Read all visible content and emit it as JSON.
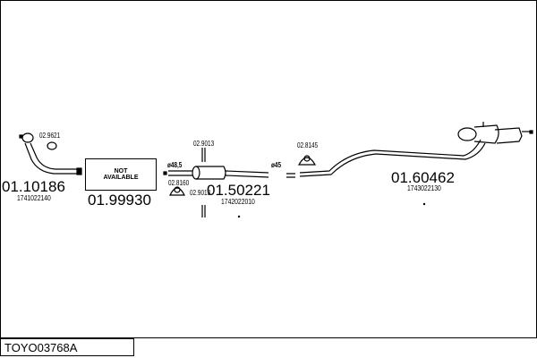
{
  "title": "TOYO03768A",
  "parts": [
    {
      "number": "01.10186",
      "oe": "1741022140"
    },
    {
      "number": "01.99930",
      "na_line1": "NOT",
      "na_line2": "AVAILABLE"
    },
    {
      "number": "01.50221",
      "oe": "1742022010"
    },
    {
      "number": "01.60462",
      "oe": "1743022130"
    }
  ],
  "accessories": [
    "02.9621",
    "02.9013",
    "02.8160",
    "02.9013",
    "02.8145"
  ],
  "diameters": [
    "ø48,5",
    "ø45"
  ]
}
